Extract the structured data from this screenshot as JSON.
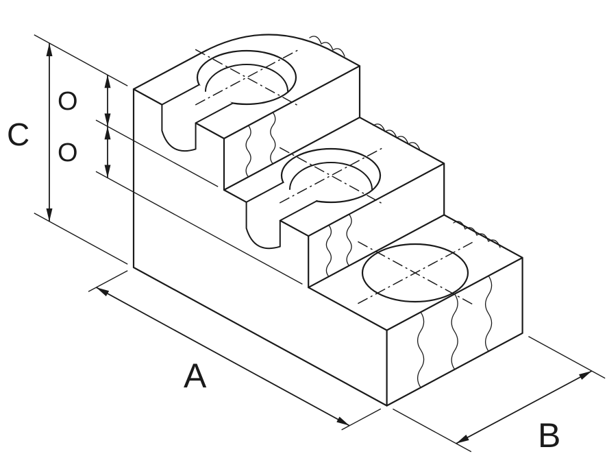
{
  "drawing": {
    "type": "isometric-technical-drawing",
    "line_color": "#1a1a1a",
    "background_color": "#ffffff",
    "labels": {
      "total_height": "C",
      "step_height_upper": "O",
      "step_height_lower": "O",
      "length": "A",
      "width": "B"
    }
  }
}
